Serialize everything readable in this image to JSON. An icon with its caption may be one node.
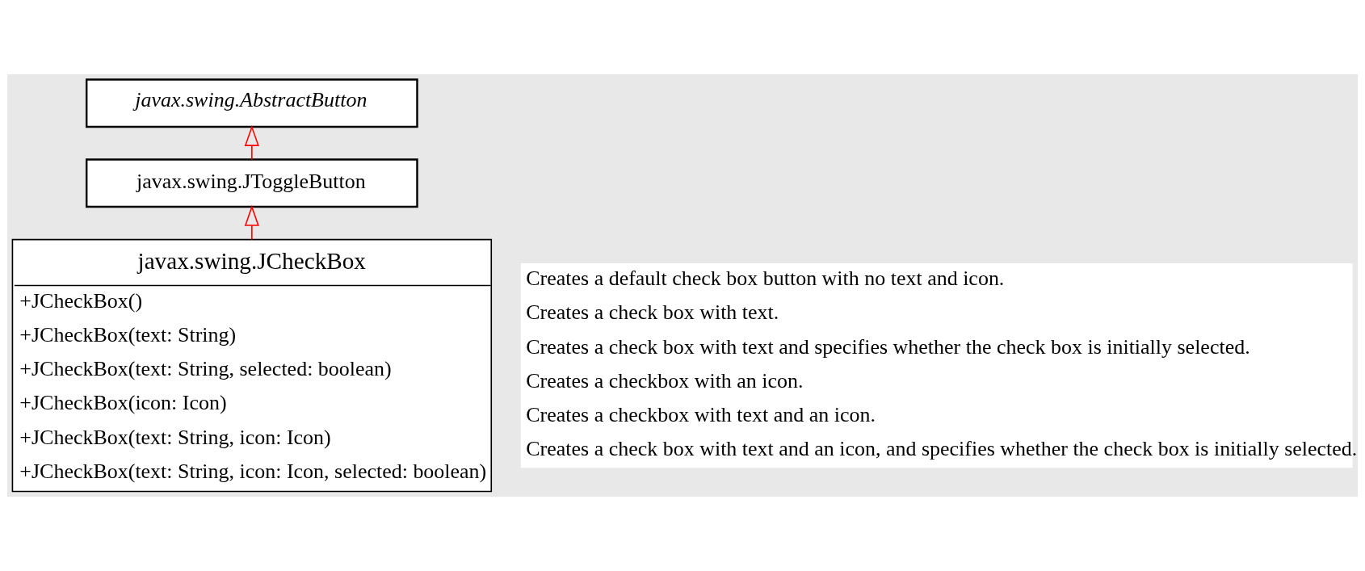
{
  "diagram": {
    "nodes": [
      {
        "text": [
          "javax.swing.AbstractButton"
        ]
      },
      {
        "text": [
          "javax.swing.JToggleButton"
        ]
      },
      {
        "text": [
          "javax.swing.JCheckBox",
          "+JCheckBox()",
          "+JCheckBox(text: String)",
          "+JCheckBox(text: String, selected: boolean)",
          "+JCheckBox(icon: Icon)",
          "+JCheckBox(text: String, icon: Icon)",
          "+JCheckBox(text: String, icon: Icon, selected: boolean)"
        ]
      },
      {
        "text": [
          "Creates a default check box button with no text and icon.",
          "Creates a check box with text.",
          "Creates a check box with text and specifies whether the check box is initially selected.",
          "Creates a checkbox with an icon.",
          "Creates a checkbox with text and an icon.",
          "Creates a check box with text and an icon, and specifies whether the check box is initially selected."
        ]
      }
    ],
    "edges": [
      {
        "from": 1,
        "to": 0,
        "arrow": "to"
      },
      {
        "from": 2,
        "to": 1,
        "arrow": "to"
      }
    ]
  }
}
